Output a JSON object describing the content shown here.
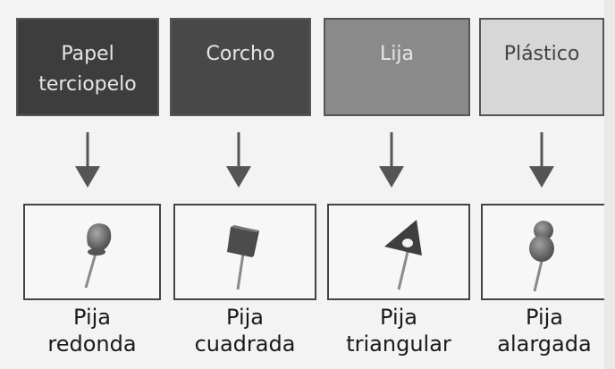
{
  "materials": [
    {
      "label": "Papel\nterciopelo",
      "color": "#3d3d3d"
    },
    {
      "label": "Corcho",
      "color": "#484848"
    },
    {
      "label": "Lija",
      "color": "#8a8a8a"
    },
    {
      "label": "Plástico",
      "color": "#d7d7d7"
    }
  ],
  "pins": [
    {
      "label": "Pija\nredonda",
      "icon": "round-pin-icon"
    },
    {
      "label": "Pija\ncuadrada",
      "icon": "square-pin-icon"
    },
    {
      "label": "Pija\ntriangular",
      "icon": "triangle-pin-icon"
    },
    {
      "label": "Pija\nalargada",
      "icon": "elongated-pin-icon"
    }
  ],
  "colors": {
    "arrow": "#555555",
    "pin_body": "#5a5a5a",
    "border": "#444444"
  }
}
